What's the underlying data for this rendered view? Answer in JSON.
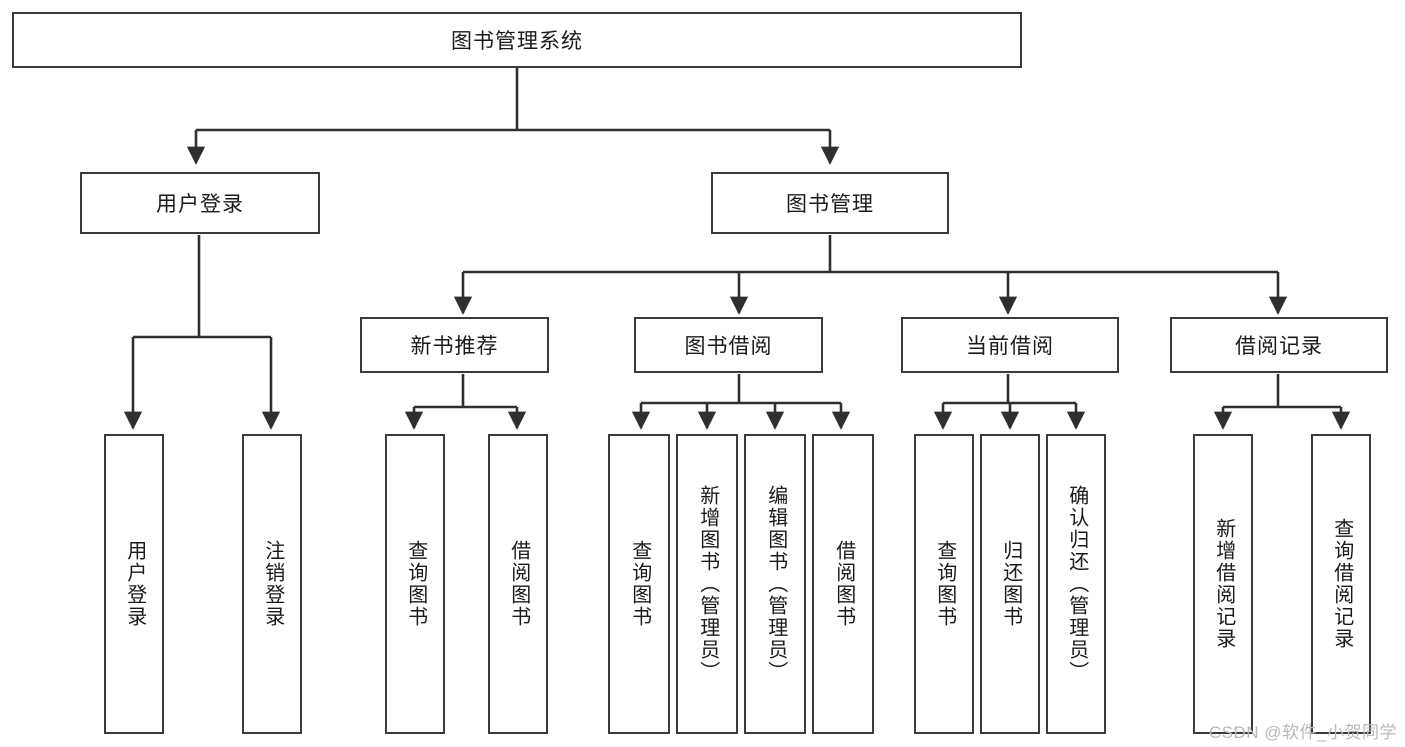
{
  "diagram": {
    "type": "tree",
    "title": "图书管理系统",
    "root": {
      "label": "图书管理系统"
    },
    "level2": [
      {
        "label": "用户登录"
      },
      {
        "label": "图书管理"
      }
    ],
    "level3": [
      {
        "label": "新书推荐"
      },
      {
        "label": "图书借阅"
      },
      {
        "label": "当前借阅"
      },
      {
        "label": "借阅记录"
      }
    ],
    "leaves": {
      "user_login": [
        {
          "label": "用户登录"
        },
        {
          "label": "注销登录"
        }
      ],
      "new_book_recommend": [
        {
          "label": "查询图书"
        },
        {
          "label": "借阅图书"
        }
      ],
      "book_borrow": [
        {
          "label": "查询图书"
        },
        {
          "label": "新增图书（管理员）"
        },
        {
          "label": "编辑图书（管理员）"
        },
        {
          "label": "借阅图书"
        }
      ],
      "current_borrow": [
        {
          "label": "查询图书"
        },
        {
          "label": "归还图书"
        },
        {
          "label": "确认归还（管理员）"
        }
      ],
      "borrow_record": [
        {
          "label": "新增借阅记录"
        },
        {
          "label": "查询借阅记录"
        }
      ]
    }
  },
  "watermark": {
    "text": "CSDN @软件_小贺同学"
  },
  "colors": {
    "box_border": "#3a3a3a",
    "box_fill": "#ffffff",
    "text": "#1a1a1a",
    "connector": "#2f2f2f",
    "watermark": "#b9b9b9"
  }
}
